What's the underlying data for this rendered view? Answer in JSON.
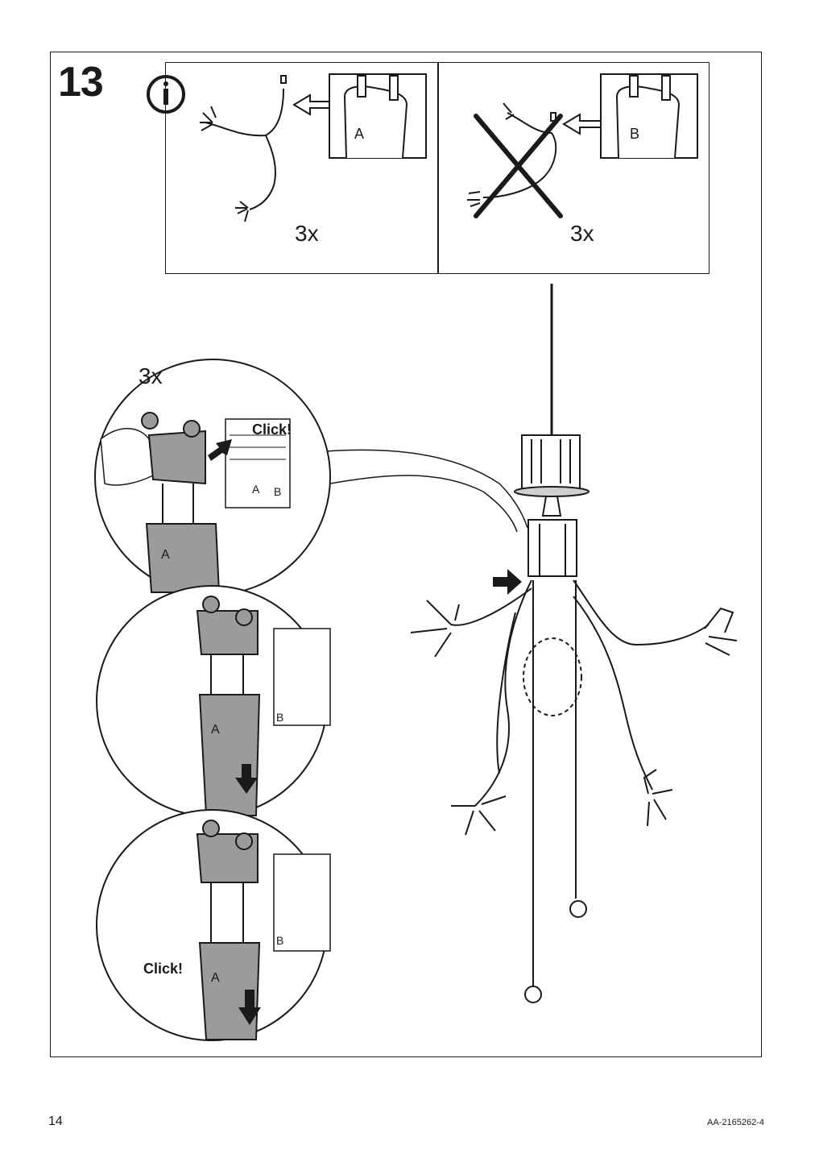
{
  "step": {
    "number": "13"
  },
  "info": {
    "icon": "info-icon",
    "correct": {
      "quantity": "3x",
      "connector_letter": "A"
    },
    "incorrect": {
      "quantity": "3x",
      "connector_letter": "B"
    }
  },
  "detail": {
    "quantity": "3x",
    "click_label_top": "Click!",
    "click_label_bottom": "Click!",
    "socket_letter_a": "A",
    "socket_letter_b": "B",
    "connector_letter": "A"
  },
  "footer": {
    "page_number": "14",
    "doc_code": "AA-2165262-4"
  },
  "colors": {
    "line": "#1a1a1a",
    "connector_fill": "#9b9b9b",
    "light_fill": "#d0d0d0"
  }
}
